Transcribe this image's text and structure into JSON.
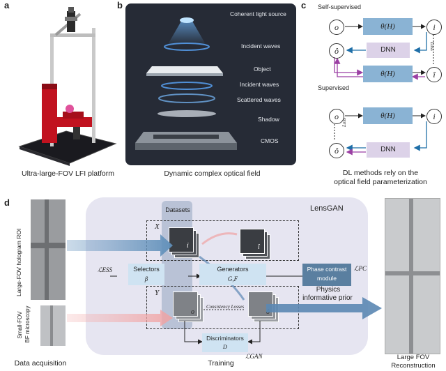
{
  "panel_a": {
    "label": "a",
    "caption": "Ultra-large-FOV LFI platform"
  },
  "panel_b": {
    "label": "b",
    "caption": "Dynamic complex optical field",
    "layers": [
      "Coherent light source",
      "Incident waves",
      "Object",
      "Incident waves",
      "Scattered waves",
      "Shadow",
      "CMOS"
    ]
  },
  "panel_c": {
    "label": "c",
    "self_supervised_title": "Self-supervised",
    "supervised_title": "Supervised",
    "o": "o",
    "o_hat": "ô",
    "i": "i",
    "i_hat": "î",
    "theta": "θ(H)",
    "dnn": "DNN",
    "loss": "Loss",
    "caption_line1": "DL methods rely on the",
    "caption_line2": "optical field parameterization"
  },
  "panel_d": {
    "label": "d",
    "lensgan_title": "LensGAN",
    "datasets": "Datasets",
    "X": "X",
    "Y": "Y",
    "i": "i",
    "i_hat": "î",
    "o": "o",
    "o_hat": "ô",
    "selectors": "Selectors",
    "beta": "β",
    "generators": "Generators",
    "gf": "G,F",
    "phase_line1": "Phase contrast",
    "phase_line2": "module",
    "physics_line1": "Physics",
    "physics_line2": "informative prior",
    "consistency": "Consistency Losses",
    "discriminators": "Discriminators",
    "d": "D",
    "l_ess": "ℒESS",
    "l_pc": "ℒPC",
    "l_gan": "ℒGAN",
    "hologram_label": "Large-FOV hologram ROI",
    "bf_label_line1": "Small-FOV",
    "bf_label_line2": "BF microscopy",
    "caption_acq": "Data acquisition",
    "caption_training": "Training",
    "caption_recon_line1": "Large FOV",
    "caption_recon_line2": "Reconstruction"
  }
}
